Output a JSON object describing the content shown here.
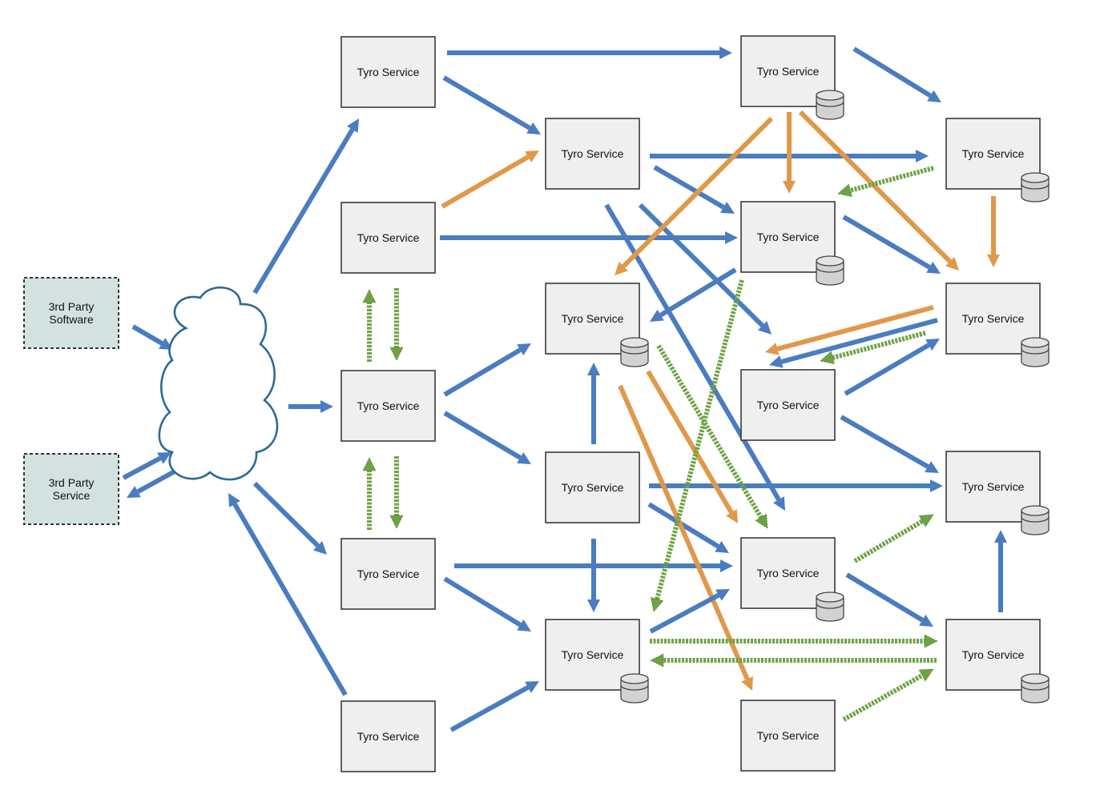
{
  "colors": {
    "blue": "#4a7cc0",
    "orange": "#e0984a",
    "green": "#6fa245",
    "node_fill": "#efefef",
    "third_party_fill": "#d4e1e1",
    "cloud_stroke": "#2c6a96",
    "database_fill": "#d2d2d2"
  },
  "icons": {
    "database": "database-cylinder-icon",
    "cloud": "internet-cloud-icon"
  },
  "nodes": [
    {
      "id": "software",
      "lines": [
        "3rd Party",
        "Software"
      ],
      "type": "third_party",
      "db": false
    },
    {
      "id": "service3p",
      "lines": [
        "3rd Party",
        "Service"
      ],
      "type": "third_party",
      "db": false
    },
    {
      "id": "a1",
      "lines": [
        "Tyro Service"
      ],
      "type": "tyro",
      "db": false
    },
    {
      "id": "a2",
      "lines": [
        "Tyro Service"
      ],
      "type": "tyro",
      "db": false
    },
    {
      "id": "a3",
      "lines": [
        "Tyro Service"
      ],
      "type": "tyro",
      "db": false
    },
    {
      "id": "a4",
      "lines": [
        "Tyro Service"
      ],
      "type": "tyro",
      "db": false
    },
    {
      "id": "a5",
      "lines": [
        "Tyro Service"
      ],
      "type": "tyro",
      "db": false
    },
    {
      "id": "b1",
      "lines": [
        "Tyro Service"
      ],
      "type": "tyro",
      "db": false
    },
    {
      "id": "b2",
      "lines": [
        "Tyro Service"
      ],
      "type": "tyro",
      "db": true
    },
    {
      "id": "b3",
      "lines": [
        "Tyro Service"
      ],
      "type": "tyro",
      "db": false
    },
    {
      "id": "b4",
      "lines": [
        "Tyro Service"
      ],
      "type": "tyro",
      "db": true
    },
    {
      "id": "c1",
      "lines": [
        "Tyro Service"
      ],
      "type": "tyro",
      "db": true
    },
    {
      "id": "c2",
      "lines": [
        "Tyro Service"
      ],
      "type": "tyro",
      "db": true
    },
    {
      "id": "c3",
      "lines": [
        "Tyro Service"
      ],
      "type": "tyro",
      "db": false
    },
    {
      "id": "c4",
      "lines": [
        "Tyro Service"
      ],
      "type": "tyro",
      "db": true
    },
    {
      "id": "c5",
      "lines": [
        "Tyro Service"
      ],
      "type": "tyro",
      "db": false
    },
    {
      "id": "d1",
      "lines": [
        "Tyro Service"
      ],
      "type": "tyro",
      "db": true
    },
    {
      "id": "d2",
      "lines": [
        "Tyro Service"
      ],
      "type": "tyro",
      "db": true
    },
    {
      "id": "d3",
      "lines": [
        "Tyro Service"
      ],
      "type": "tyro",
      "db": true
    },
    {
      "id": "d4",
      "lines": [
        "Tyro Service"
      ],
      "type": "tyro",
      "db": true
    }
  ],
  "edges": [
    {
      "from": "software",
      "to": "cloud",
      "color": "blue"
    },
    {
      "from": "service3p",
      "to": "cloud",
      "color": "blue"
    },
    {
      "from": "cloud",
      "to": "service3p",
      "color": "blue"
    },
    {
      "from": "cloud",
      "to": "a1",
      "color": "blue"
    },
    {
      "from": "cloud",
      "to": "a3",
      "color": "blue"
    },
    {
      "from": "cloud",
      "to": "a4",
      "color": "blue"
    },
    {
      "from": "a5",
      "to": "cloud",
      "color": "blue"
    },
    {
      "from": "a3",
      "to": "a2",
      "color": "green"
    },
    {
      "from": "a2",
      "to": "a3",
      "color": "green"
    },
    {
      "from": "a4",
      "to": "a3",
      "color": "green"
    },
    {
      "from": "a3",
      "to": "a4",
      "color": "green"
    },
    {
      "from": "a1",
      "to": "c1",
      "color": "blue"
    },
    {
      "from": "a1",
      "to": "b1",
      "color": "blue"
    },
    {
      "from": "a2",
      "to": "b1",
      "color": "orange"
    },
    {
      "from": "a2",
      "to": "c2",
      "color": "blue"
    },
    {
      "from": "a3",
      "to": "b2",
      "color": "blue"
    },
    {
      "from": "a3",
      "to": "b3",
      "color": "blue"
    },
    {
      "from": "a4",
      "to": "c4",
      "color": "blue"
    },
    {
      "from": "a4",
      "to": "b4",
      "color": "blue"
    },
    {
      "from": "a5",
      "to": "b4",
      "color": "blue"
    },
    {
      "from": "b1",
      "to": "d1",
      "color": "blue"
    },
    {
      "from": "b1",
      "to": "c2",
      "color": "blue"
    },
    {
      "from": "b1",
      "to": "c4",
      "color": "blue"
    },
    {
      "from": "b1",
      "to": "c3",
      "color": "blue"
    },
    {
      "from": "b3",
      "to": "b2",
      "color": "blue"
    },
    {
      "from": "b3",
      "to": "b4",
      "color": "blue"
    },
    {
      "from": "b3",
      "to": "d3",
      "color": "blue"
    },
    {
      "from": "b3",
      "to": "c4",
      "color": "blue"
    },
    {
      "from": "b2",
      "to": "c4",
      "color": "orange"
    },
    {
      "from": "b2",
      "to": "c4",
      "color": "green"
    },
    {
      "from": "b2",
      "to": "c5",
      "color": "orange"
    },
    {
      "from": "b4",
      "to": "c4",
      "color": "blue"
    },
    {
      "from": "b4",
      "to": "d4",
      "color": "green"
    },
    {
      "from": "d4",
      "to": "b4",
      "color": "green"
    },
    {
      "from": "c1",
      "to": "d1",
      "color": "blue"
    },
    {
      "from": "c1",
      "to": "c2",
      "color": "orange"
    },
    {
      "from": "c1",
      "to": "b2",
      "color": "orange"
    },
    {
      "from": "c1",
      "to": "d2",
      "color": "orange"
    },
    {
      "from": "c2",
      "to": "b2",
      "color": "blue"
    },
    {
      "from": "c2",
      "to": "d2",
      "color": "blue"
    },
    {
      "from": "c2",
      "to": "b4",
      "color": "green"
    },
    {
      "from": "c3",
      "to": "d2",
      "color": "orange"
    },
    {
      "from": "c3",
      "to": "d2",
      "color": "blue"
    },
    {
      "from": "c3",
      "to": "d3",
      "color": "blue"
    },
    {
      "from": "c4",
      "to": "d3",
      "color": "blue"
    },
    {
      "from": "c4",
      "to": "d4",
      "color": "green"
    },
    {
      "from": "c5",
      "to": "d4",
      "color": "blue"
    },
    {
      "from": "d1",
      "to": "c2",
      "color": "green"
    },
    {
      "from": "d1",
      "to": "d2",
      "color": "green"
    },
    {
      "from": "d2",
      "to": "c3",
      "color": "orange"
    },
    {
      "from": "d2",
      "to": "c3",
      "color": "green"
    },
    {
      "from": "d4",
      "to": "d3",
      "color": "blue"
    }
  ]
}
